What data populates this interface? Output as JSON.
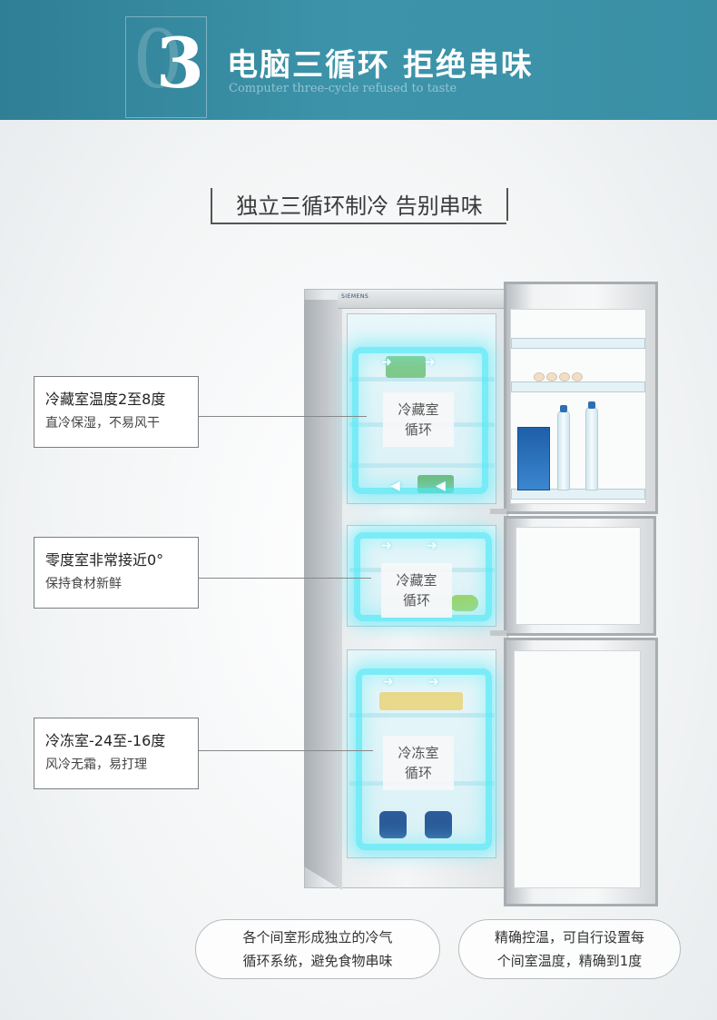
{
  "header": {
    "number": "3",
    "title": "电脑三循环 拒绝串味",
    "subtitle_en": "Computer three-cycle refused to taste"
  },
  "section_title": "独立三循环制冷 告别串味",
  "fridge": {
    "brand": "SIEMENS",
    "zones": [
      {
        "label_line1": "冷藏室",
        "label_line2": "循环"
      },
      {
        "label_line1": "冷藏室",
        "label_line2": "循环"
      },
      {
        "label_line1": "冷冻室",
        "label_line2": "循环"
      }
    ]
  },
  "callouts": [
    {
      "title": "冷藏室温度2至8度",
      "desc": "直冷保湿，不易风干"
    },
    {
      "title": "零度室非常接近0°",
      "desc": "保持食材新鲜"
    },
    {
      "title": "冷冻室-24至-16度",
      "desc": "风冷无霜，易打理"
    }
  ],
  "bubbles": [
    {
      "line1": "各个间室形成独立的冷气",
      "line2": "循环系统，避免食物串味"
    },
    {
      "line1": "精确控温，可自行设置每",
      "line2": "个间室温度，精确到1度"
    }
  ],
  "colors": {
    "banner": "#3a8fa5",
    "glow": "#56e8f5",
    "callout_border": "#7a7f85"
  }
}
